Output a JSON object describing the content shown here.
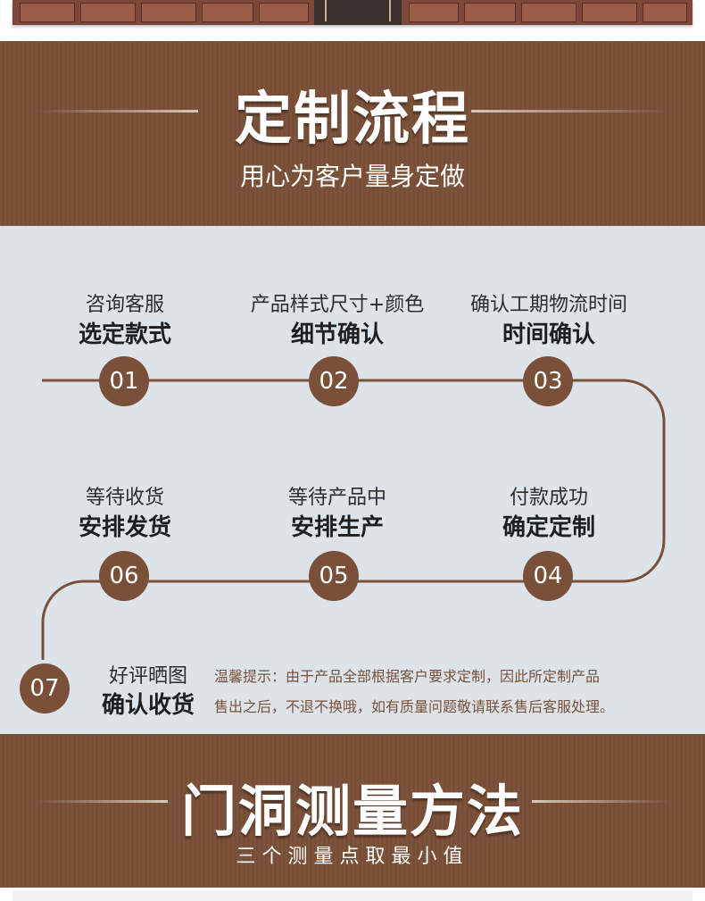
{
  "header": {
    "title": "定制流程",
    "subtitle": "用心为客户量身定做"
  },
  "steps": [
    {
      "num": "01",
      "desc": "咨询客服",
      "action": "选定款式"
    },
    {
      "num": "02",
      "desc": "产品样式尺寸+颜色",
      "action": "细节确认"
    },
    {
      "num": "03",
      "desc": "确认工期物流时间",
      "action": "时间确认"
    },
    {
      "num": "04",
      "desc": "付款成功",
      "action": "确定定制"
    },
    {
      "num": "05",
      "desc": "等待产品中",
      "action": "安排生产"
    },
    {
      "num": "06",
      "desc": "等待收货",
      "action": "安排发货"
    },
    {
      "num": "07",
      "desc": "好评晒图",
      "action": "确认收货"
    }
  ],
  "notice": {
    "line1": "温馨提示：由于产品全部根据客户要求定制，因此所定制产品",
    "line2": "售出之后，不退不换哦，如有质量问题敬请联系售后客服处理。"
  },
  "section2": {
    "title": "门洞测量方法",
    "subtitle": "三个测量点取最小值"
  },
  "colors": {
    "brown": "#7a5038",
    "process_bg": "#dce4ea"
  }
}
